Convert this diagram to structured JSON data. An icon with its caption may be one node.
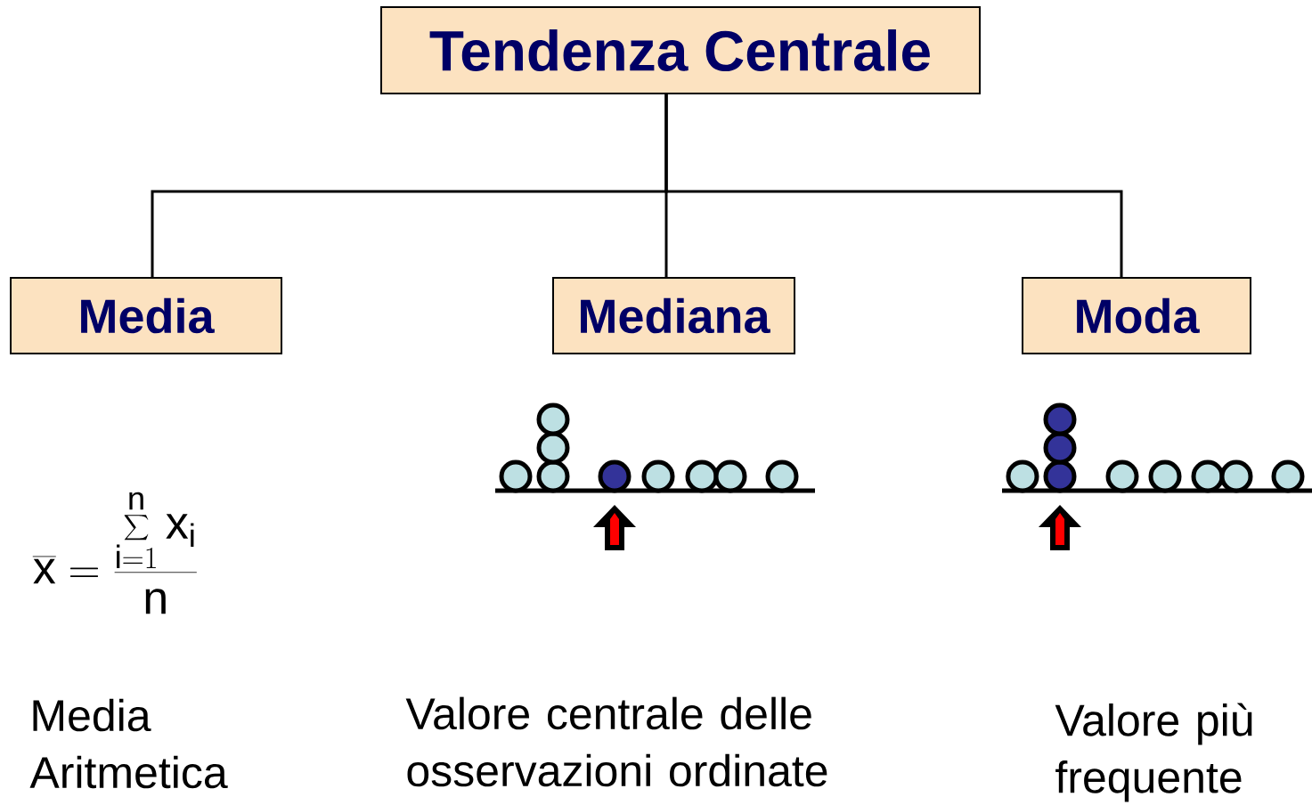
{
  "diagram": {
    "nodes": [
      {
        "text": [
          "Tendenza Centrale"
        ]
      },
      {
        "text": [
          "Media"
        ]
      },
      {
        "text": [
          "Mediana"
        ]
      },
      {
        "text": [
          "Moda"
        ]
      }
    ],
    "edges": [
      {
        "from": 0,
        "to": 1,
        "arrow": "none"
      },
      {
        "from": 0,
        "to": 2,
        "arrow": "none"
      },
      {
        "from": 0,
        "to": 3,
        "arrow": "none"
      }
    ],
    "labels": [
      "\\overline{\\mathrm{x}} = \\frac{\\displaystyle\\sum_{\\mathrm{i}=1}^{\\mathrm{n}} \\mathrm{x}_{\\mathrm{i}}}{\\mathrm{n}}",
      "Media Aritmetica",
      "Valore centrale delle osservazioni ordinate",
      "Valore più frequente"
    ]
  }
}
